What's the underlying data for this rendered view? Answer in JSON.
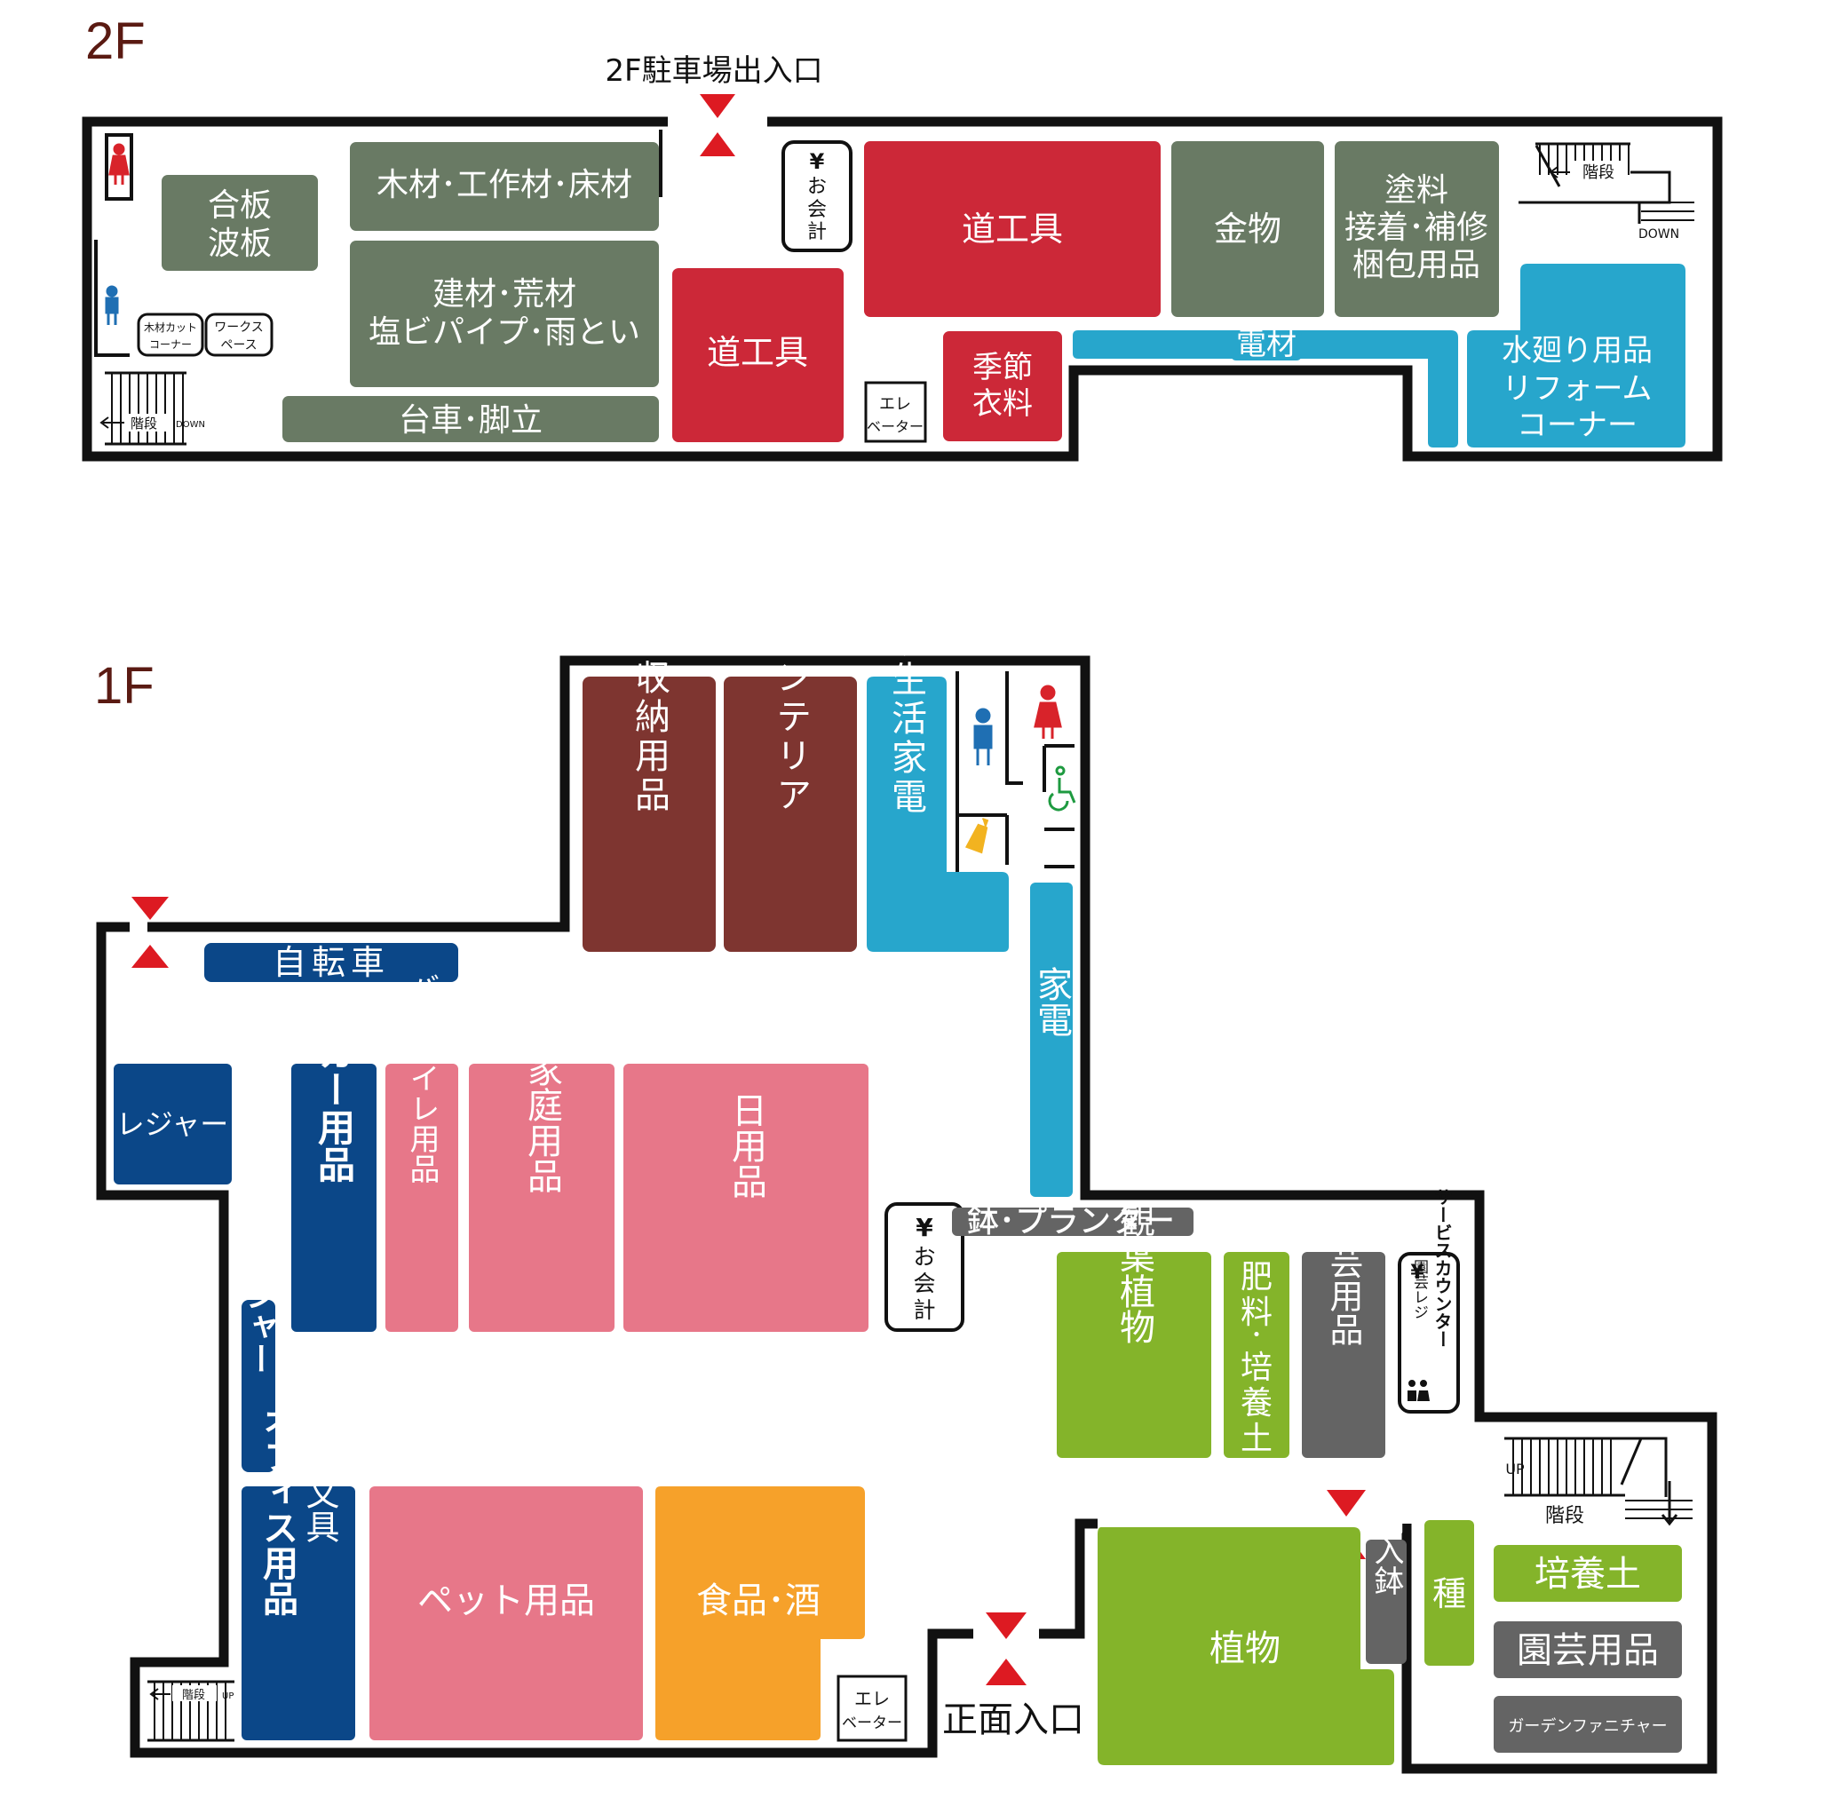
{
  "colors": {
    "wall": "#111111",
    "green_gray": "#697a64",
    "red": "#cc2838",
    "cyan": "#27a6cc",
    "brown": "#7e3530",
    "navy": "#0b4788",
    "pink": "#e77789",
    "orange": "#f6a12a",
    "lime": "#84b42a",
    "gray": "#646464",
    "floor_title": "#5a1a12",
    "arrow": "#dd1a22"
  },
  "floor2": {
    "title": "2F",
    "entrance_label": "2F駐車場出入口",
    "zones": {
      "gouban": [
        "合板",
        "波板"
      ],
      "mokuzai": "木材･工作材･床材",
      "kenzai": [
        "建材･荒材",
        "塩ビパイプ･雨とい"
      ],
      "daisha": "台車･脚立",
      "dougu_left": "道工具",
      "dougu_main": "道工具",
      "kanamono": "金物",
      "toryou": [
        "塗料",
        "接着･補修",
        "梱包用品"
      ],
      "kisetsu": [
        "季節",
        "衣料"
      ],
      "denzai": "電材",
      "mizumawari": [
        "水廻り用品",
        "リフォーム",
        "コーナー"
      ]
    },
    "kaikei": [
      "¥",
      "お",
      "会",
      "計"
    ],
    "elevator": [
      "エレ",
      "ベーター"
    ],
    "mokuzai_cut": [
      "木材カット",
      "コーナー"
    ],
    "workspace": [
      "ワークス",
      "ペース"
    ],
    "stairs_right": {
      "label": "階段",
      "dir": "DOWN"
    },
    "stairs_left": {
      "label": "階段",
      "dir": "DOWN"
    }
  },
  "floor1": {
    "title": "1F",
    "zones": {
      "kagu": "家具収納用品",
      "interior": "インテリア",
      "shoumei": "照明生活家電",
      "kaden": "家電",
      "jitensha": "自転車",
      "leisure": "レジャー",
      "leisure_vert": "レジャー",
      "car": "カー用品",
      "bath": "バストイレ用品",
      "katei": "家庭用品",
      "nichiyou": "日用品",
      "pet": "ペット用品",
      "shokuhin": "食品･酒",
      "office_bungu": "文具",
      "office": "オフィス用品",
      "hachi": "鉢･プランター",
      "kanyou": "観葉植物",
      "hiryou": [
        "肥",
        "料",
        "･",
        "培",
        "養",
        "土"
      ],
      "engei_center": "園芸用品",
      "shokubutsu": "植物",
      "yunyu": "輸入鉢",
      "tane": "種",
      "baiyoudo": "培養土",
      "engei_right": "園芸用品",
      "garden": "ガーデンファニチャー"
    },
    "kaikei": [
      "¥",
      "お",
      "会",
      "計"
    ],
    "service": {
      "yen": "¥",
      "counter": "サービスカウンター",
      "register": "園芸レジ"
    },
    "elevator": [
      "エレ",
      "ベーター"
    ],
    "main_entrance": "正面入口",
    "stairs_right": {
      "label": "階段",
      "dir": "UP"
    },
    "stairs_left": {
      "label": "階段",
      "dir": "UP"
    }
  }
}
